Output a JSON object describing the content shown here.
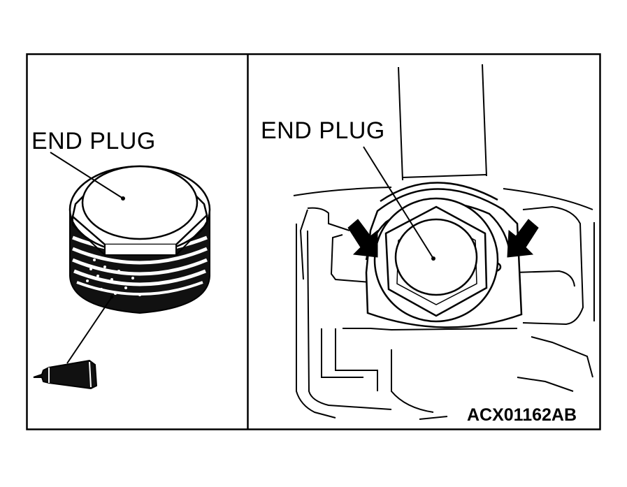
{
  "left_panel": {
    "label": "END PLUG"
  },
  "right_panel": {
    "label": "END PLUG"
  },
  "figure_code": "ACX01162AB",
  "icons": [
    "end-plug-icon",
    "sealant-tube-icon",
    "arrow-icon"
  ]
}
